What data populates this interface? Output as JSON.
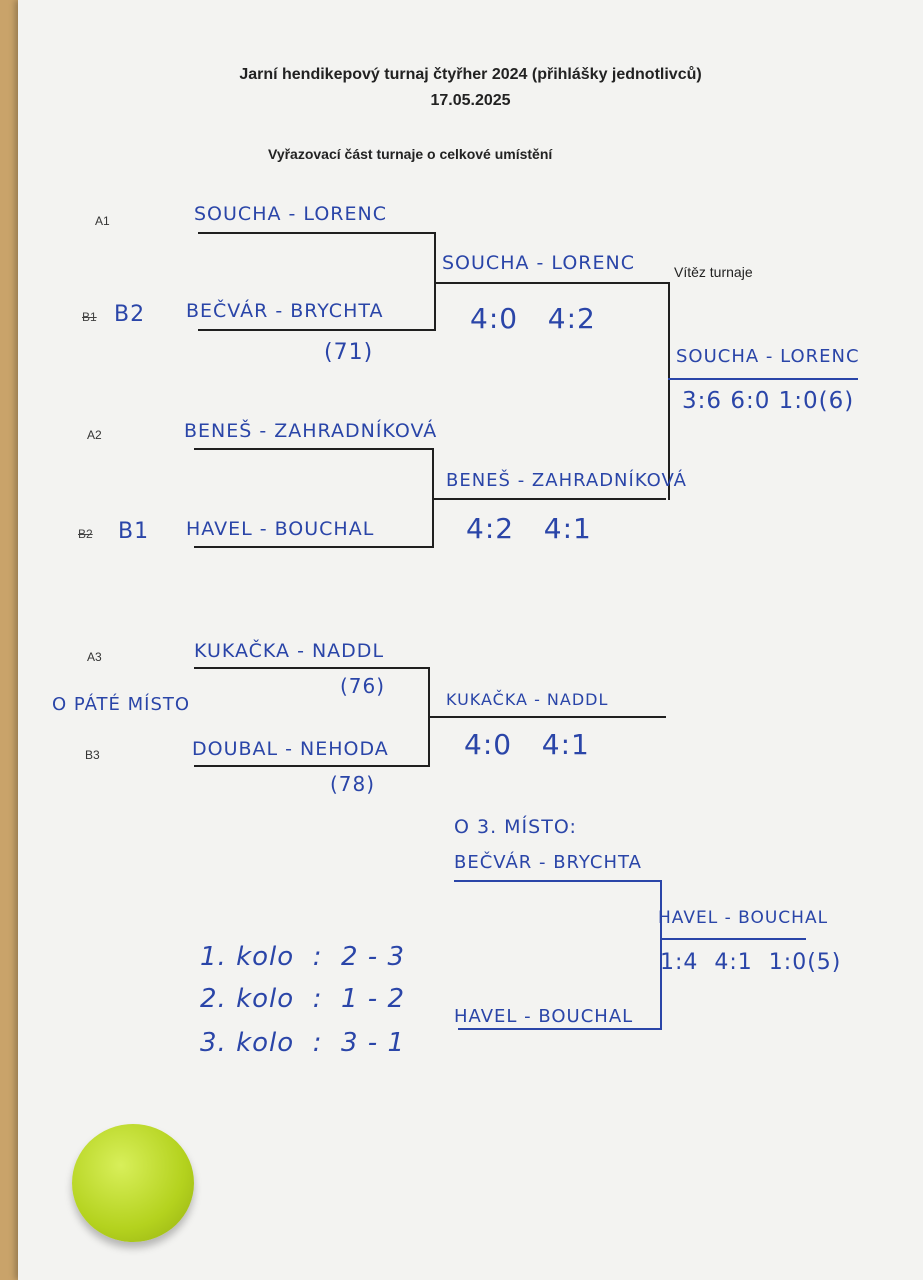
{
  "header": {
    "title_line1": "Jarní hendikepový turnaj čtyřher 2024 (přihlášky jednotlivců)",
    "title_line2": "17.05.2025",
    "subtitle": "Vyřazovací část turnaje o celkové umístění",
    "winner_label": "Vítěz turnaje"
  },
  "slots": {
    "a1": "A1",
    "b1_struck": "B1",
    "b1_new": "B2",
    "a2": "A2",
    "b2_struck": "B2",
    "b2_new": "B1",
    "a3": "A3",
    "b3": "B3"
  },
  "bracket": {
    "r1_team1": "SOUCHA - LORENC",
    "r1_team2": "BEČVÁR - BRYCHTA",
    "r1_team2_note": "(71)",
    "r1_team3": "BENEŠ - ZAHRADNÍKOVÁ",
    "r1_team4": "HAVEL - BOUCHAL",
    "semi1_winner": "SOUCHA - LORENC",
    "semi1_score": "4:0   4:2",
    "semi2_winner": "BENEŠ - ZAHRADNÍKOVÁ",
    "semi2_score": "4:2   4:1",
    "final_winner": "SOUCHA - LORENC",
    "final_score": "3:6 6:0 1:0(6)"
  },
  "fifth_place": {
    "label": "O PÁTÉ MÍSTO",
    "team1": "KUKAČKA - NADDL",
    "team1_note": "(76)",
    "team2": "DOUBAL - NEHODA",
    "team2_note": "(78)",
    "winner": "KUKAČKA - NADDL",
    "score": "4:0   4:1"
  },
  "third_place": {
    "label": "O 3. MÍSTO:",
    "team1": "BEČVÁR - BRYCHTA",
    "team2": "HAVEL - BOUCHAL",
    "winner": "HAVEL - BOUCHAL",
    "score": "1:4  4:1  1:0(5)"
  },
  "rounds": {
    "r1": "1. kolo  :  2 - 3",
    "r2": "2. kolo  :  1 - 2",
    "r3": "3. kolo  :  3 - 1"
  }
}
